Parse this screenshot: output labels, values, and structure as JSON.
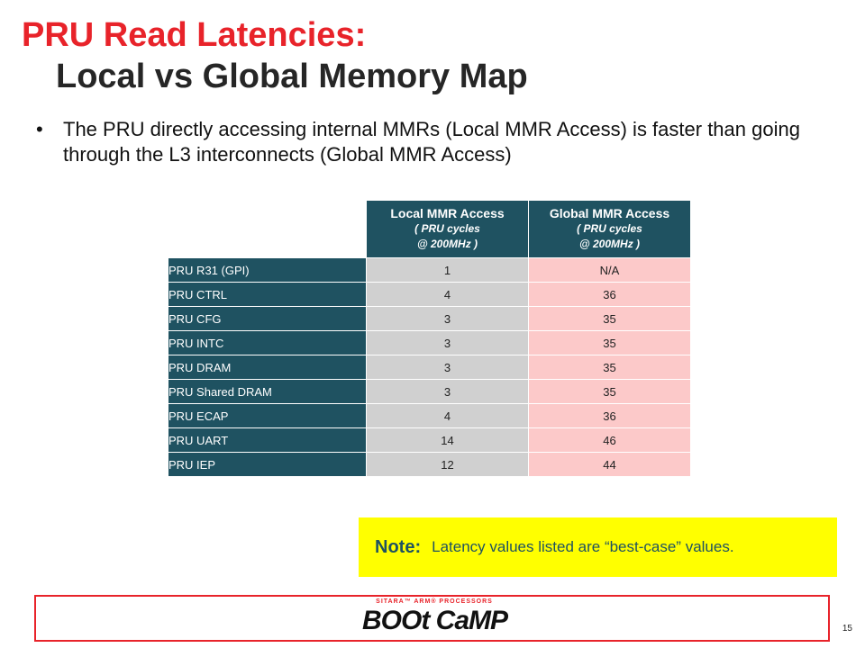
{
  "title": {
    "line1": "PRU Read Latencies:",
    "line2": "Local vs Global Memory Map"
  },
  "bullet": "The PRU directly accessing internal MMRs (Local MMR Access) is faster than going through the L3 interconnects (Global MMR Access)",
  "table": {
    "headers": [
      {
        "main": "Local MMR Access",
        "sub1": "( PRU cycles",
        "sub2": "@ 200MHz )"
      },
      {
        "main": "Global MMR Access",
        "sub1": "( PRU cycles",
        "sub2": "@ 200MHz )"
      }
    ],
    "rows": [
      {
        "label": "PRU R31 (GPI)",
        "local": "1",
        "global": "N/A"
      },
      {
        "label": "PRU CTRL",
        "local": "4",
        "global": "36"
      },
      {
        "label": "PRU CFG",
        "local": "3",
        "global": "35"
      },
      {
        "label": "PRU INTC",
        "local": "3",
        "global": "35"
      },
      {
        "label": "PRU DRAM",
        "local": "3",
        "global": "35"
      },
      {
        "label": "PRU Shared DRAM",
        "local": "3",
        "global": "35"
      },
      {
        "label": "PRU ECAP",
        "local": "4",
        "global": "36"
      },
      {
        "label": "PRU UART",
        "local": "14",
        "global": "46"
      },
      {
        "label": "PRU IEP",
        "local": "12",
        "global": "44"
      }
    ]
  },
  "note": {
    "label": "Note:",
    "text": "Latency values listed are “best-case” values."
  },
  "footer": {
    "logo_top": "SITARA™ ARM® PROCESSORS",
    "logo_main": "BOOt CaMP",
    "page_number": "15"
  },
  "colors": {
    "title_red": "#e8232a",
    "header_teal": "#1f5261",
    "local_gray": "#d0d0d0",
    "global_pink": "#fcc9c9",
    "note_yellow": "#ffff00"
  }
}
